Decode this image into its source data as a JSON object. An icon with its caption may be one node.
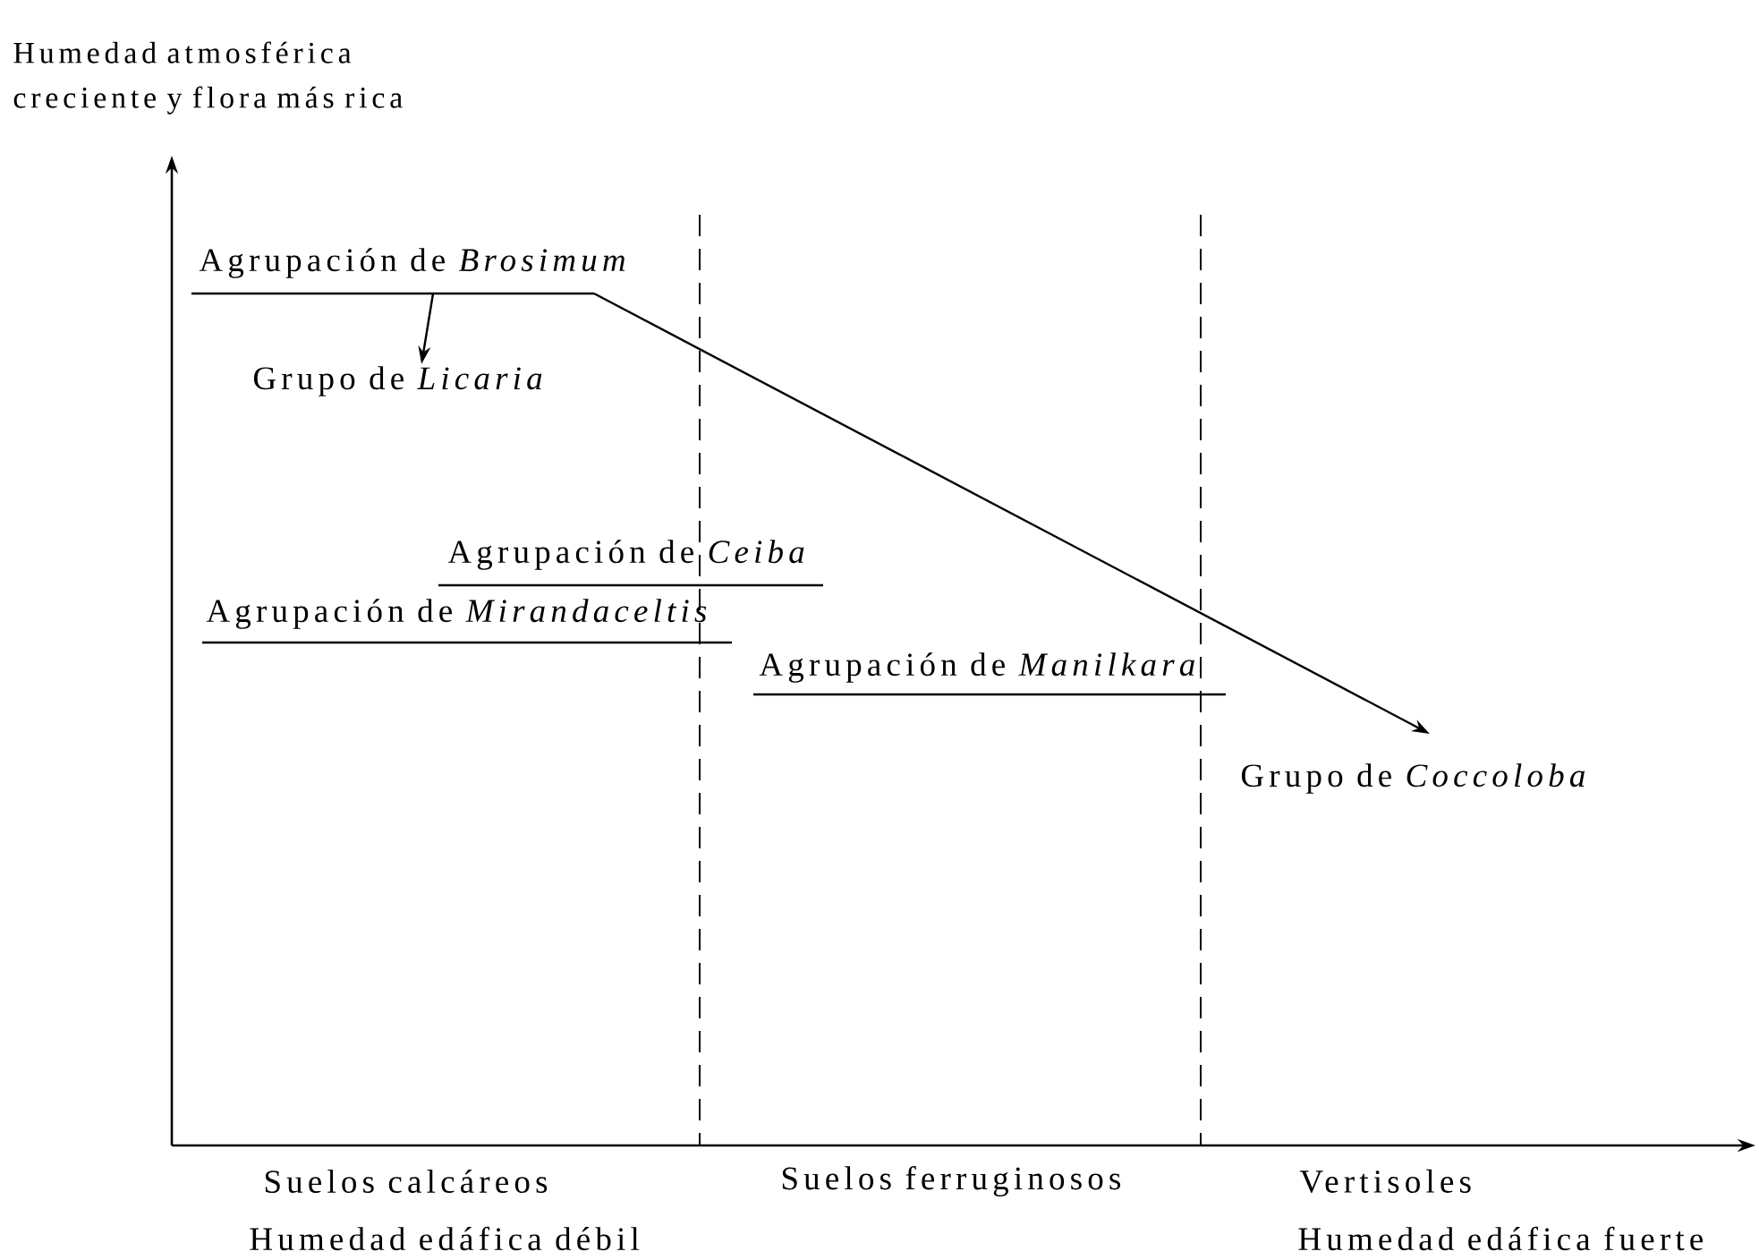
{
  "diagram": {
    "nodes": [
      {
        "text": [
          "Agrupación de *Brosimum*"
        ]
      },
      {
        "text": [
          "Grupo de *Licaria*"
        ]
      },
      {
        "text": [
          "Agrupación de *Ceiba*"
        ]
      },
      {
        "text": [
          "Agrupación de *Mirandaceltis*"
        ]
      },
      {
        "text": [
          "Agrupación de *Manilkara*"
        ]
      },
      {
        "text": [
          "Grupo de *Coccoloba*"
        ]
      }
    ],
    "edges": [
      {
        "from": 0,
        "to": 1,
        "arrow": "to"
      },
      {
        "from": 0,
        "to": 5,
        "arrow": "to"
      }
    ],
    "labels": [
      "Humedad atmosférica creciente y flora más rica",
      "Suelos calcáreos",
      "Suelos ferruginosos",
      "Vertisoles",
      "Humedad edáfica débil",
      "Humedad edáfica fuerte"
    ]
  }
}
